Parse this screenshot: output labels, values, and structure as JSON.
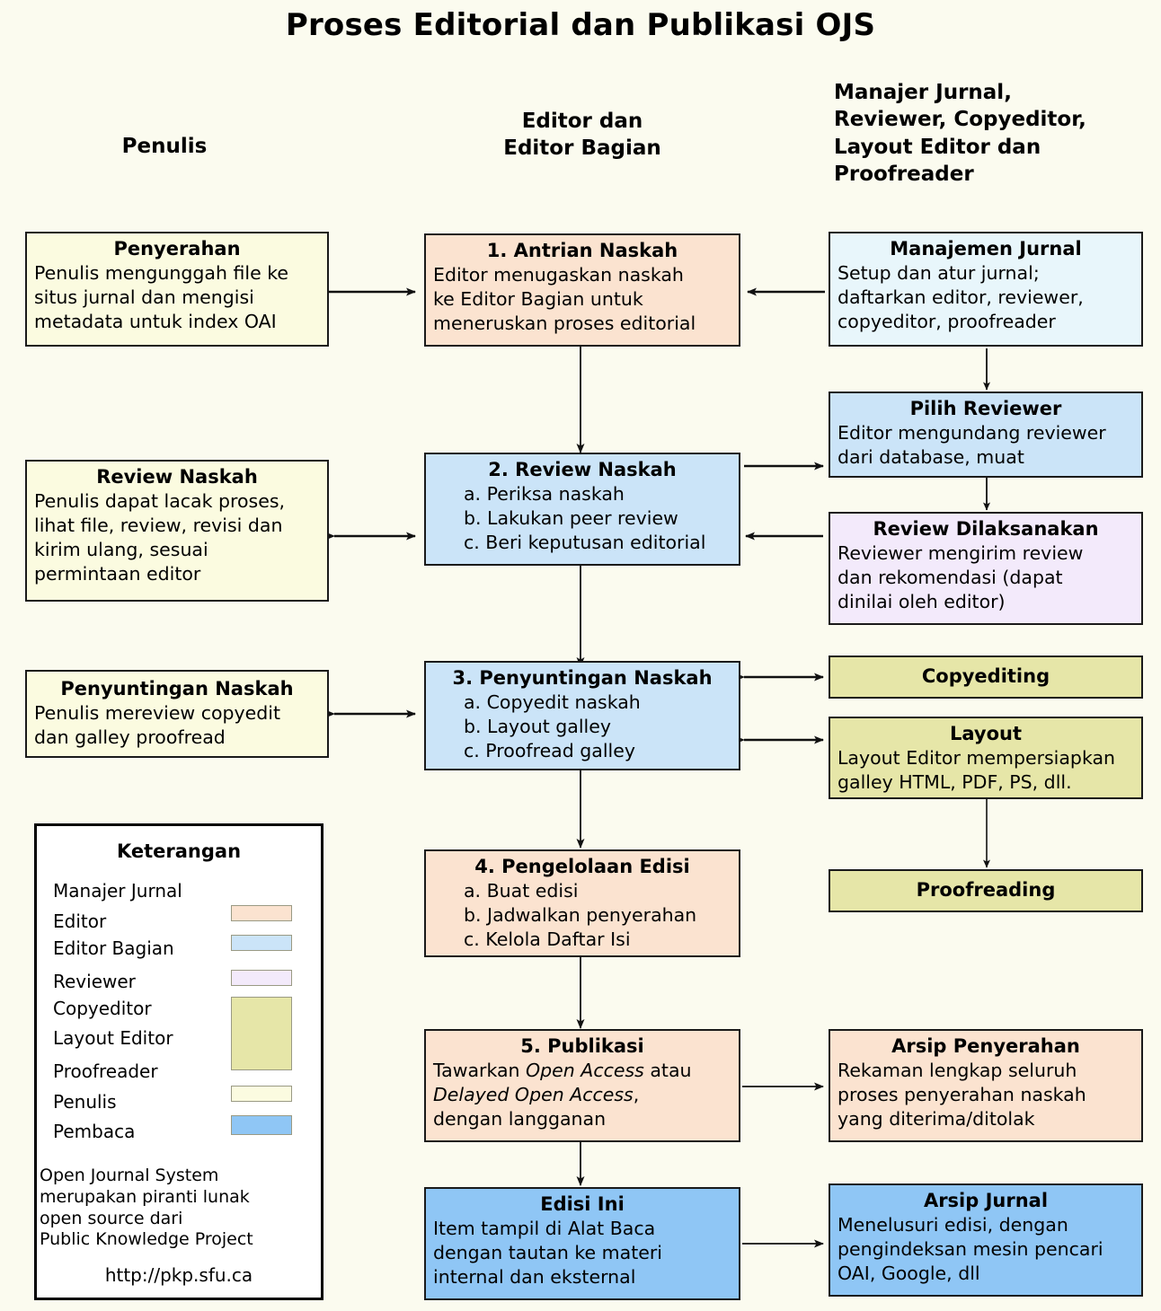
{
  "title": "Proses Editorial dan Publikasi OJS",
  "columns": {
    "author": "Penulis",
    "editor": "Editor dan\nEditor Bagian",
    "others": "Manajer Jurnal,\nReviewer, Copyeditor,\nLayout Editor dan\nProofreader"
  },
  "colors": {
    "background": "#fbfbef",
    "author_fill": "#fbfbe0",
    "editor_fill": "#fbe3d0",
    "section_editor_fill": "#cbe4f8",
    "journal_manager_fill": "#e8f6fb",
    "reviewer_fill": "#f3eafb",
    "production_fill": "#e6e6a8",
    "reader_fill": "#8fc6f5",
    "border": "#1a1a1a"
  },
  "boxes": {
    "penyerahan": {
      "title": "Penyerahan",
      "lines": [
        "Penulis mengunggah file ke",
        "situs jurnal dan mengisi",
        "metadata untuk index OAI"
      ]
    },
    "antrian": {
      "title": "1. Antrian Naskah",
      "lines": [
        "Editor menugaskan naskah",
        "ke Editor Bagian untuk",
        "meneruskan proses editorial"
      ]
    },
    "manajemen": {
      "title": "Manajemen Jurnal",
      "lines": [
        "Setup dan atur jurnal;",
        "daftarkan editor, reviewer,",
        "copyeditor, proofreader"
      ]
    },
    "pilih_reviewer": {
      "title": "Pilih Reviewer",
      "lines": [
        "Editor mengundang reviewer",
        "dari database, muat"
      ]
    },
    "review_naskah_penulis": {
      "title": "Review Naskah",
      "lines": [
        "Penulis dapat lacak proses,",
        "lihat file, review, revisi dan",
        "kirim ulang, sesuai",
        "permintaan editor"
      ]
    },
    "review_naskah": {
      "title": "2. Review Naskah",
      "lines": [
        "a. Periksa naskah",
        "b. Lakukan peer review",
        "c. Beri keputusan editorial"
      ]
    },
    "review_dilaksanakan": {
      "title": "Review Dilaksanakan",
      "lines": [
        "Reviewer mengirim review",
        "dan rekomendasi (dapat",
        "dinilai oleh editor)"
      ]
    },
    "penyuntingan_penulis": {
      "title": "Penyuntingan Naskah",
      "lines": [
        "Penulis mereview copyedit",
        "dan galley proofread"
      ]
    },
    "penyuntingan": {
      "title": "3. Penyuntingan Naskah",
      "lines": [
        "a. Copyedit naskah",
        "b. Layout galley",
        "c. Proofread galley"
      ]
    },
    "copyediting": {
      "title": "Copyediting",
      "lines": []
    },
    "layout": {
      "title": "Layout",
      "lines": [
        "Layout Editor mempersiapkan",
        "galley HTML, PDF, PS, dll."
      ]
    },
    "proofreading": {
      "title": "Proofreading",
      "lines": []
    },
    "pengelolaan": {
      "title": "4. Pengelolaan Edisi",
      "lines": [
        "a. Buat edisi",
        "b. Jadwalkan penyerahan",
        "c. Kelola Daftar Isi"
      ]
    },
    "publikasi": {
      "title": "5. Publikasi",
      "line1_a": "Tawarkan ",
      "line1_i": "Open Access",
      "line1_b": " atau",
      "line2_i": "Delayed Open Access",
      "line2_b": ",",
      "line3": "dengan langganan"
    },
    "arsip_penyerahan": {
      "title": "Arsip Penyerahan",
      "lines": [
        "Rekaman lengkap seluruh",
        "proses penyerahan naskah",
        "yang diterima/ditolak"
      ]
    },
    "edisi_ini": {
      "title": "Edisi Ini",
      "lines": [
        "Item tampil di Alat Baca",
        "dengan tautan ke materi",
        "internal dan eksternal"
      ]
    },
    "arsip_jurnal": {
      "title": "Arsip Jurnal",
      "lines": [
        "Menelusuri edisi, dengan",
        "pengindeksan mesin pencari",
        "OAI, Google, dll"
      ]
    }
  },
  "legend": {
    "title": "Keterangan",
    "items": [
      {
        "label": "Manajer Jurnal",
        "color": "#e8f6fb"
      },
      {
        "label": "Editor",
        "color": "#fbe3d0"
      },
      {
        "label": "Editor Bagian",
        "color": "#cbe4f8"
      },
      {
        "label": "Reviewer",
        "color": "#f3eafb"
      },
      {
        "label": "Copyeditor",
        "color": "#e6e6a8"
      },
      {
        "label": "Layout Editor",
        "color": "#e6e6a8"
      },
      {
        "label": "Proofreader",
        "color": "#e6e6a8"
      },
      {
        "label": "Penulis",
        "color": "#fbfbe0"
      },
      {
        "label": "Pembaca",
        "color": "#8fc6f5"
      }
    ],
    "note": [
      "Open Journal System",
      "merupakan piranti lunak",
      "open source dari",
      "Public Knowledge Project"
    ],
    "url": "http://pkp.sfu.ca"
  }
}
